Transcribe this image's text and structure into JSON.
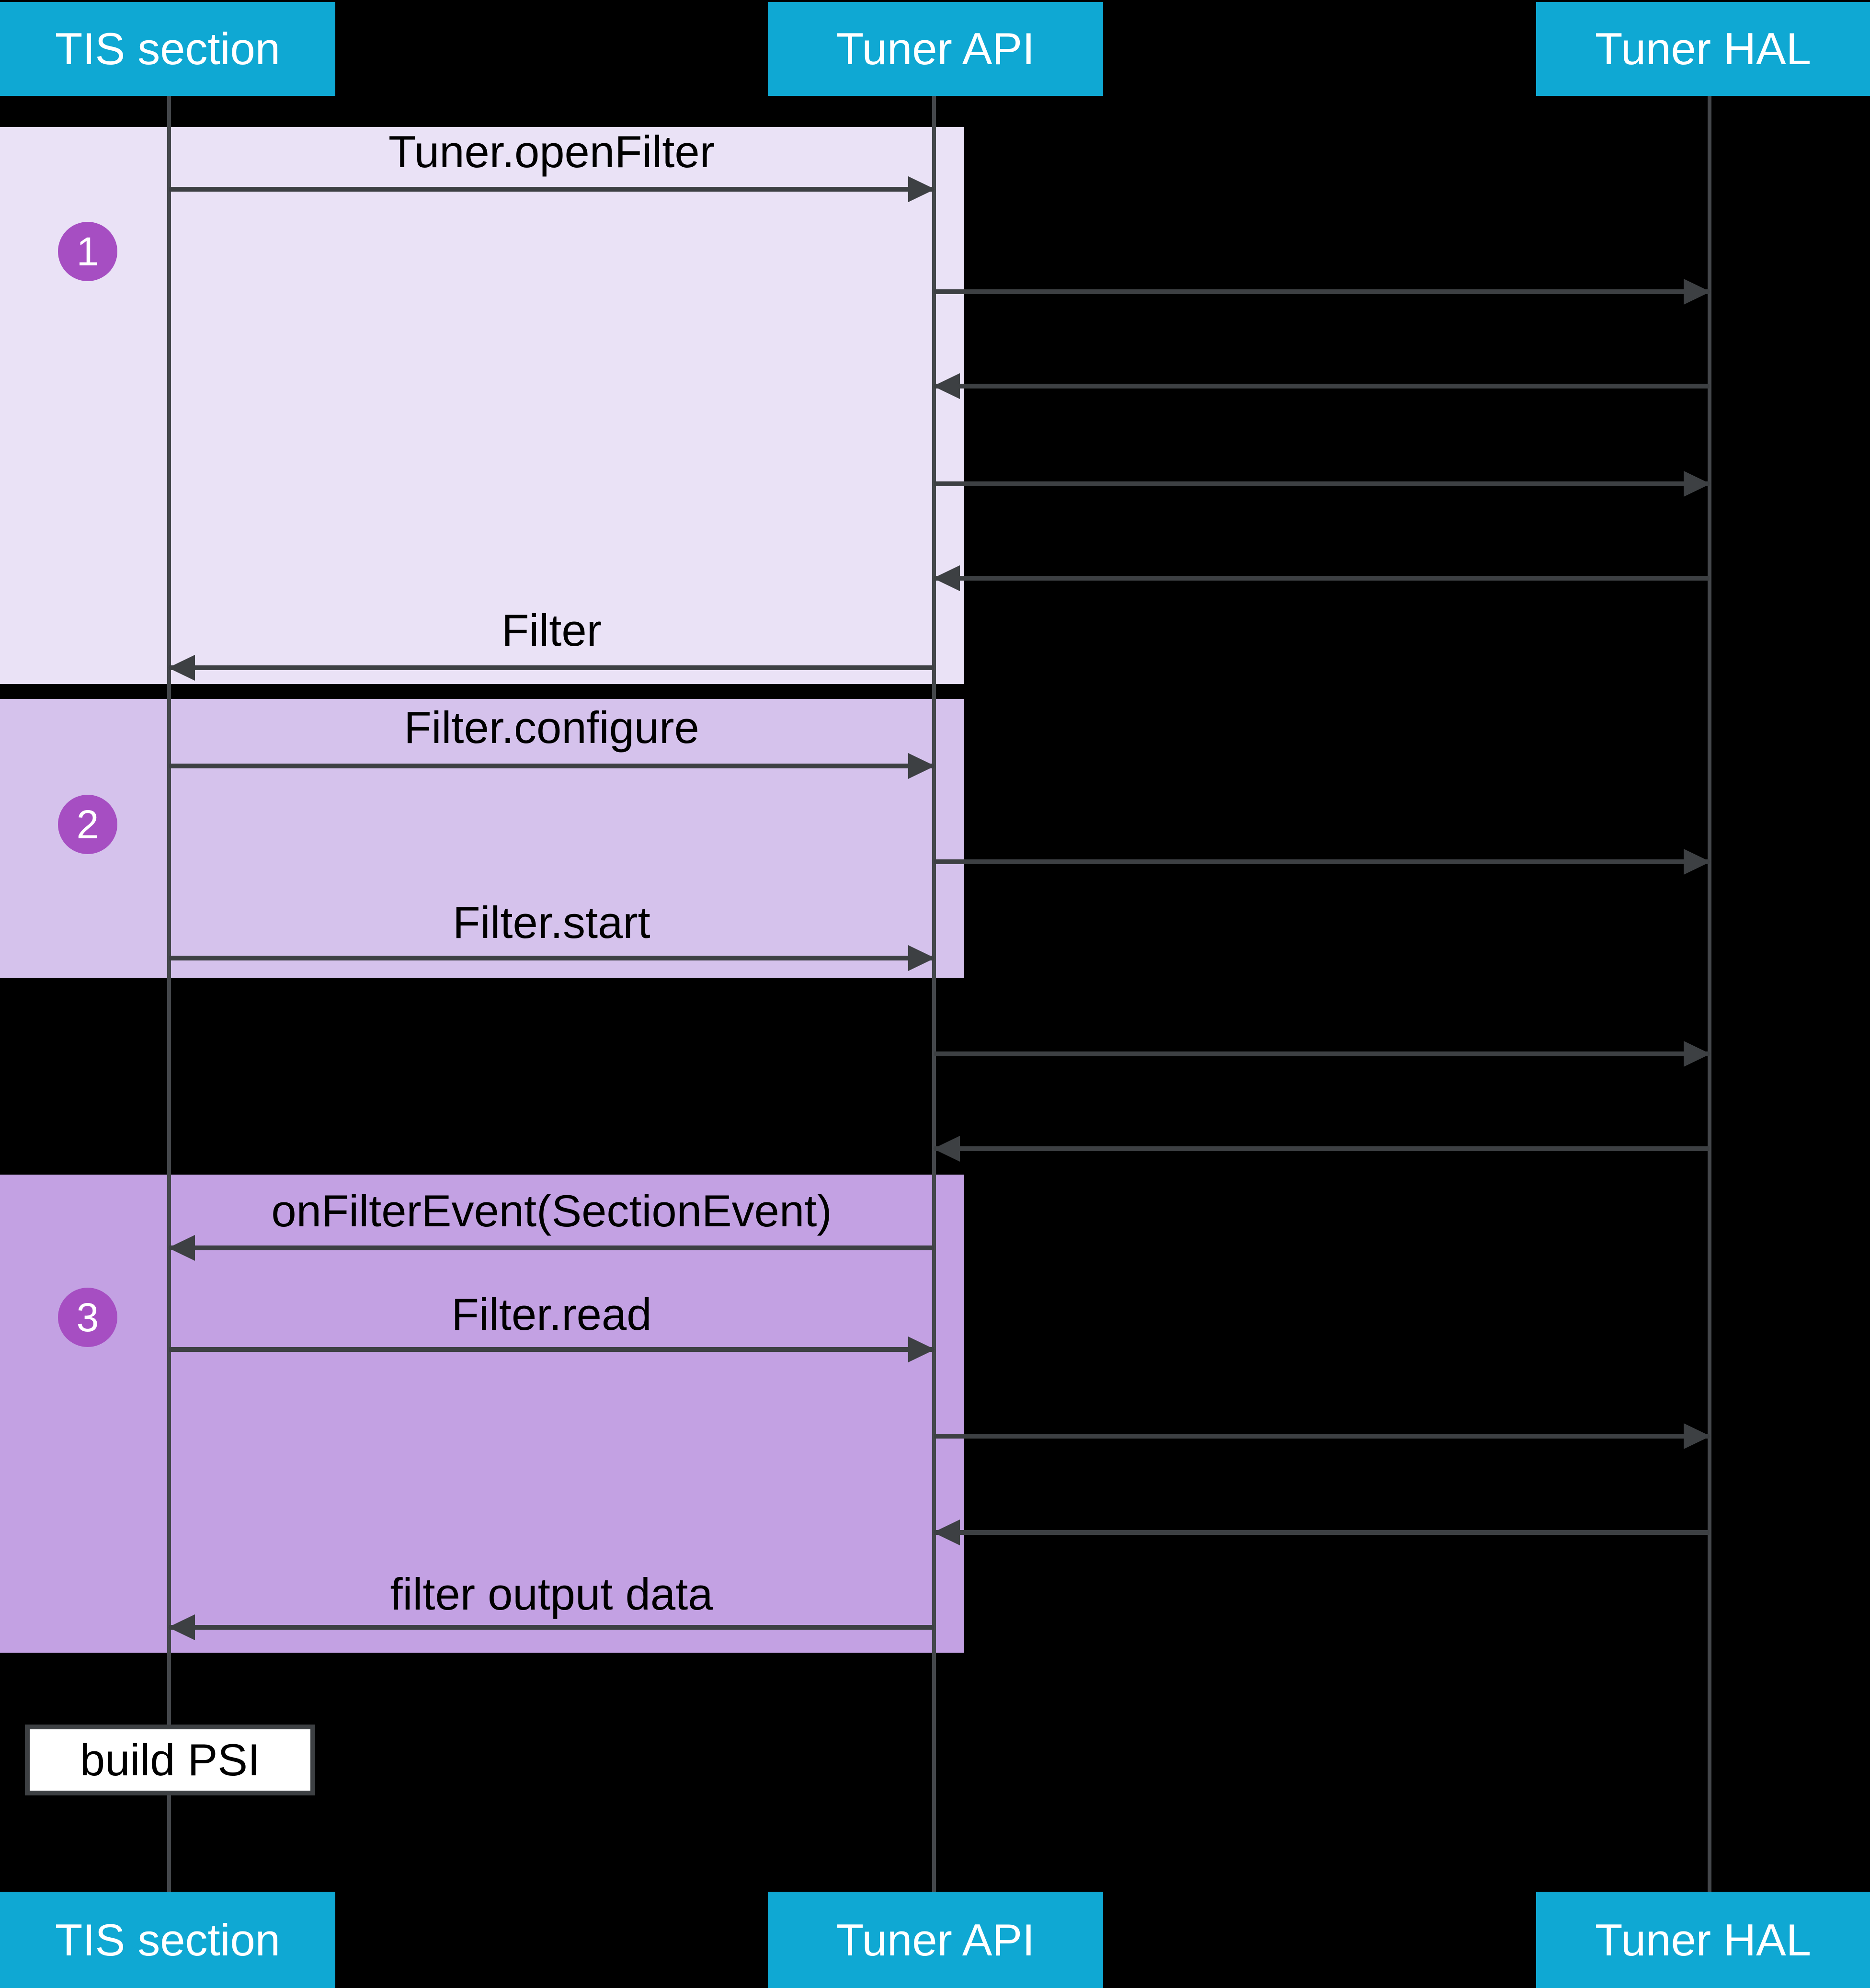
{
  "diagram": {
    "actors": [
      {
        "id": "tis-section",
        "label": "TIS section"
      },
      {
        "id": "tuner-api",
        "label": "Tuner API"
      },
      {
        "id": "tuner-hal",
        "label": "Tuner HAL"
      }
    ],
    "steps": [
      {
        "number": "1"
      },
      {
        "number": "2"
      },
      {
        "number": "3"
      }
    ],
    "sequence": [
      {
        "from": "TIS section",
        "to": "Tuner API",
        "label": "Tuner.openFilter"
      },
      {
        "from": "Tuner API",
        "to": "Tuner HAL",
        "label": ""
      },
      {
        "from": "Tuner HAL",
        "to": "Tuner API",
        "label": ""
      },
      {
        "from": "Tuner API",
        "to": "Tuner HAL",
        "label": ""
      },
      {
        "from": "Tuner HAL",
        "to": "Tuner API",
        "label": ""
      },
      {
        "from": "Tuner API",
        "to": "TIS section",
        "label": "Filter"
      },
      {
        "from": "TIS section",
        "to": "Tuner API",
        "label": "Filter.configure"
      },
      {
        "from": "Tuner API",
        "to": "Tuner HAL",
        "label": ""
      },
      {
        "from": "TIS section",
        "to": "Tuner API",
        "label": "Filter.start"
      },
      {
        "from": "Tuner API",
        "to": "Tuner HAL",
        "label": ""
      },
      {
        "from": "Tuner HAL",
        "to": "Tuner API",
        "label": ""
      },
      {
        "from": "Tuner API",
        "to": "TIS section",
        "label": "onFilterEvent(SectionEvent)"
      },
      {
        "from": "TIS section",
        "to": "Tuner API",
        "label": "Filter.read"
      },
      {
        "from": "Tuner API",
        "to": "Tuner HAL",
        "label": ""
      },
      {
        "from": "Tuner HAL",
        "to": "Tuner API",
        "label": ""
      },
      {
        "from": "Tuner API",
        "to": "TIS section",
        "label": "filter output data"
      }
    ],
    "note": {
      "label": "build PSI"
    },
    "colors": {
      "background": "#000000",
      "header_bg": "#0FA8D3",
      "header_text": "#FFFFFF",
      "section1_bg": "#EAE2F6",
      "section2_bg": "#D5C2EC",
      "section3_bg": "#C3A1E3",
      "badge_bg": "#A64EC2",
      "arrow": "#3D4043",
      "note_bg": "#FFFFFF",
      "note_border": "#3D4043"
    }
  }
}
